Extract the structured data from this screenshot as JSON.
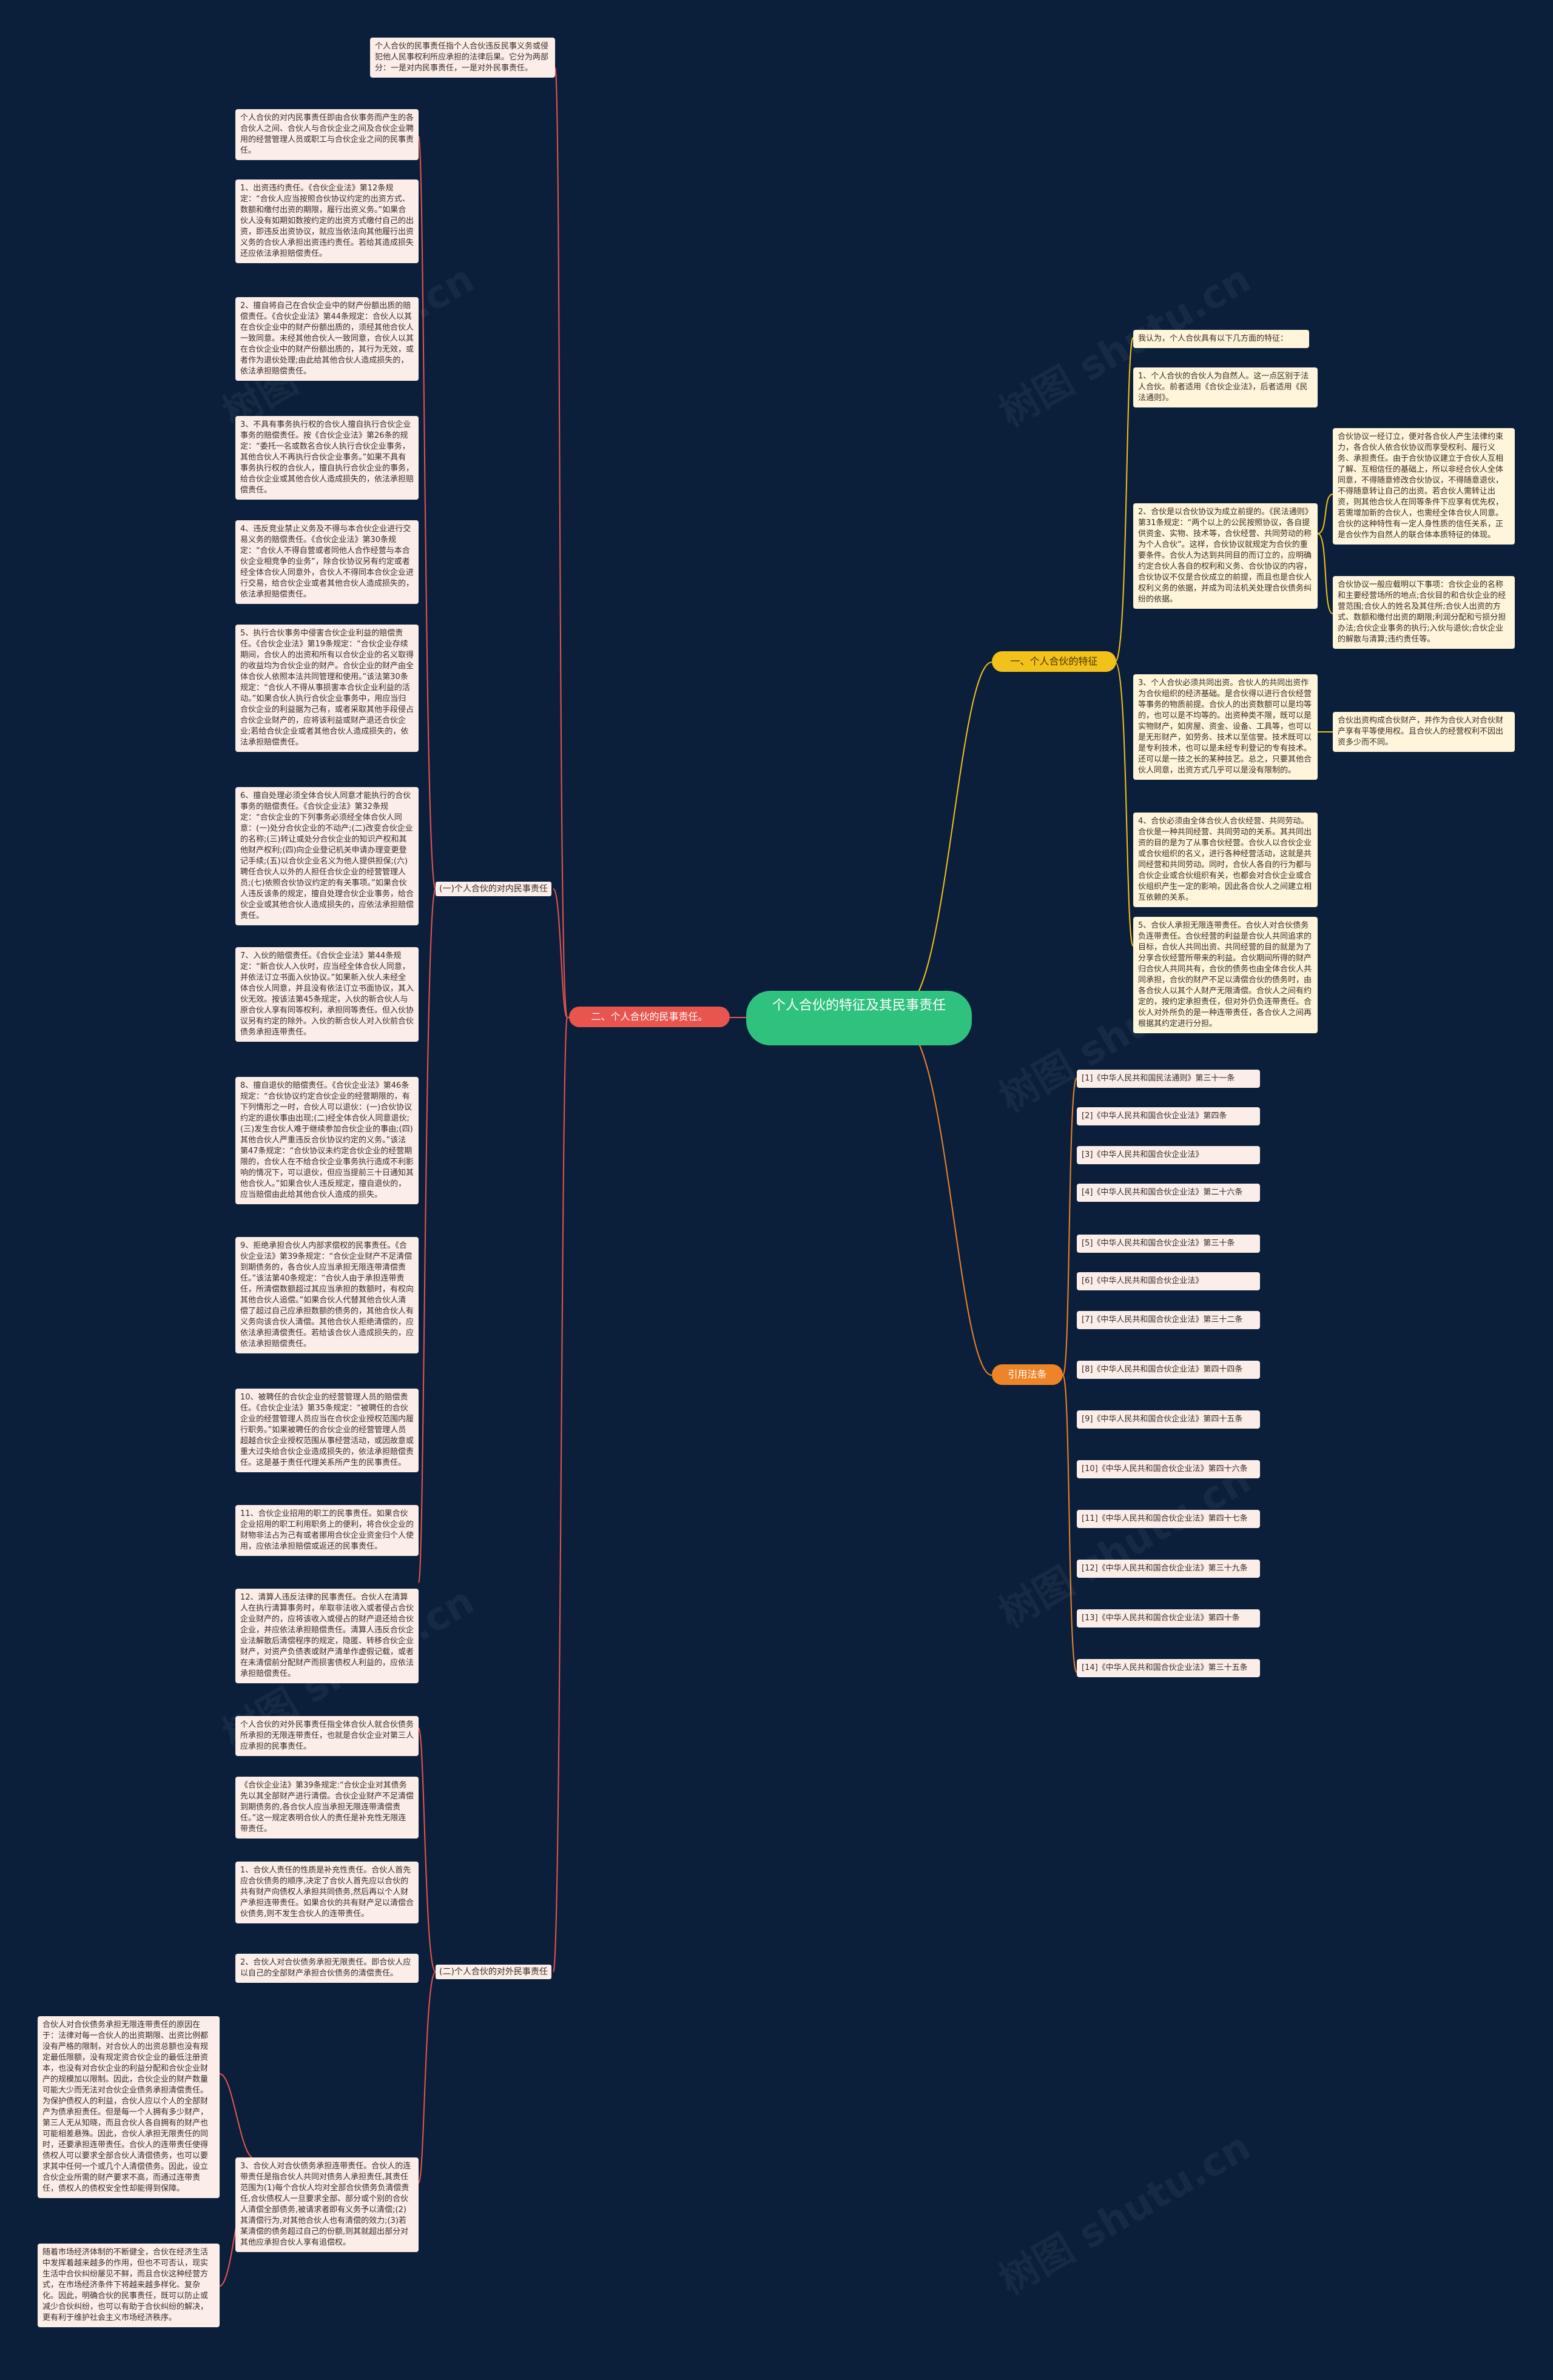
{
  "root": "个人合伙的特征及其民事责任",
  "branches": {
    "liability": "二、个人合伙的民事责任。",
    "features": "一、个人合伙的特征",
    "citations": "引用法条"
  },
  "liability": {
    "intro": "个人合伙的民事责任指个人合伙违反民事义务或侵犯他人民事权利所应承担的法律后果。它分为两部分：一是对内民事责任，一是对外民事责任。",
    "internal_label": "(一)个人合伙的对内民事责任",
    "internal_items": [
      "个人合伙的对内民事责任即由合伙事务而产生的各合伙人之间、合伙人与合伙企业之间及合伙企业聘用的经营管理人员或职工与合伙企业之间的民事责任。",
      "1、出资违约责任。《合伙企业法》第12条规定：“合伙人应当按照合伙协议约定的出资方式、数额和缴付出资的期限，履行出资义务。”如果合伙人没有如期如数按约定的出资方式缴付自己的出资，即违反出资协议，就应当依法向其他履行出资义务的合伙人承担出资违约责任。若给其造成损失还应依法承担赔偿责任。",
      "2、擅自将自己在合伙企业中的财产份额出质的赔偿责任。《合伙企业法》第44条规定：合伙人以其在合伙企业中的财产份额出质的，须经其他合伙人一致同意。未经其他合伙人一致同意，合伙人以其在合伙企业中的财产份额出质的，其行为无效，或者作为退伙处理;由此给其他合伙人造成损失的，依法承担赔偿责任。",
      "3、不具有事务执行权的合伙人擅自执行合伙企业事务的赔偿责任。按《合伙企业法》第26条的规定：“委托一名或数名合伙人执行合伙企业事务，其他合伙人不再执行合伙企业事务。”如果不具有事务执行权的合伙人，擅自执行合伙企业的事务，给合伙企业或其他合伙人造成损失的，依法承担赔偿责任。",
      "4、违反竞业禁止义务及不得与本合伙企业进行交易义务的赔偿责任。《合伙企业法》第30条规定：“合伙人不得自营或者同他人合作经营与本合伙企业相竞争的业务”，除合伙协议另有约定或者经全体合伙人同意外，合伙人不得同本合伙企业进行交易，给合伙企业或者其他合伙人造成损失的，依法承担赔偿责任。",
      "5、执行合伙事务中侵害合伙企业利益的赔偿责任。《合伙企业法》第19条规定：“合伙企业存续期间，合伙人的出资和所有以合伙企业的名义取得的收益均为合伙企业的财产。合伙企业的财产由全体合伙人依照本法共同管理和使用。”该法第30条规定：“合伙人不得从事损害本合伙企业利益的活动。”如果合伙人执行合伙企业事务中，用应当归合伙企业的利益据为己有，或者采取其他手段侵占合伙企业财产的，应将该利益或财产退还合伙企业;若给合伙企业或者其他合伙人造成损失的，依法承担赔偿责任。",
      "6、擅自处理必须全体合伙人同意才能执行的合伙事务的赔偿责任。《合伙企业法》第32条规定：“合伙企业的下列事务必须经全体合伙人同意：(一)处分合伙企业的不动产;(二)改变合伙企业的名称;(三)转让或处分合伙企业的知识产权和其他财产权利;(四)向企业登记机关申请办理变更登记手续;(五)以合伙企业名义为他人提供担保;(六)聘任合伙人以外的人担任合伙企业的经营管理人员;(七)依照合伙协议约定的有关事项。”如果合伙人违反该条的规定，擅自处理合伙企业事务，给合伙企业或其他合伙人造成损失的，应依法承担赔偿责任。",
      "7、入伙的赔偿责任。《合伙企业法》第44条规定：“新合伙人入伙时，应当经全体合伙人同意，并依法订立书面入伙协议。”如果新入伙人未经全体合伙人同意，并且没有依法订立书面协议，其入伙无效。按该法第45条规定，入伙的新合伙人与原合伙人享有同等权利，承担同等责任。但入伙协议另有约定的除外。入伙的新合伙人对入伙前合伙债务承担连带责任。",
      "8、擅自退伙的赔偿责任。《合伙企业法》第46条规定：“合伙协议约定合伙企业的经营期限的，有下列情形之一时，合伙人可以退伙：(一)合伙协议约定的退伙事由出现;(二)经全体合伙人同意退伙;(三)发生合伙人难于继续参加合伙企业的事由;(四)其他合伙人严重违反合伙协议约定的义务。”该法第47条规定：“合伙协议未约定合伙企业的经营期限的，合伙人在不给合伙企业事务执行造成不利影响的情况下，可以退伙，但应当提前三十日通知其他合伙人。”如果合伙人违反规定，擅自退伙的，应当赔偿由此给其他合伙人造成的损失。",
      "9、拒绝承担合伙人内部求偿权的民事责任。《合伙企业法》第39条规定：“合伙企业财产不足清偿到期债务的，各合伙人应当承担无限连带清偿责任。”该法第40条规定：“合伙人由于承担连带责任，所清偿数额超过其应当承担的数额时，有权向其他合伙人追偿。”如果合伙人代替其他合伙人清偿了超过自己应承担数额的债务的，其他合伙人有义务向该合伙人清偿。其他合伙人拒绝清偿的，应依法承担清偿责任。若给该合伙人造成损失的，应依法承担赔偿责任。",
      "10、被聘任的合伙企业的经营管理人员的赔偿责任。《合伙企业法》第35条规定：“被聘任的合伙企业的经营管理人员应当在合伙企业授权范围内履行职务。”如果被聘任的合伙企业的经营管理人员超越合伙企业授权范围从事经营活动，或因故意或重大过失给合伙企业造成损失的，依法承担赔偿责任。这是基于责任代理关系所产生的民事责任。",
      "11、合伙企业招用的职工的民事责任。如果合伙企业招用的职工利用职务上的便利，将合伙企业的财物非法占为己有或者挪用合伙企业资金归个人使用，应依法承担赔偿或返还的民事责任。",
      "12、清算人违反法律的民事责任。合伙人在清算人在执行清算事务时，牟取非法收入或者侵占合伙企业财产的，应将该收入或侵占的财产退还给合伙企业，并应依法承担赔偿责任。清算人违反合伙企业法解散后清偿程序的规定，隐匿、转移合伙企业财产，对资产负债表或财产清单作虚假记载，或者在未清偿前分配财产而损害债权人利益的，应依法承担赔偿责任。"
    ],
    "external_label": "(二)个人合伙的对外民事责任",
    "external_items": [
      "个人合伙的对外民事责任指全体合伙人就合伙债务所承担的无限连带责任，也就是合伙企业对第三人应承担的民事责任。",
      "《合伙企业法》第39条规定:“合伙企业对其债务先以其全部财产进行清偿。合伙企业财产不足清偿到期债务的,各合伙人应当承担无限连带清偿责任。”这一规定表明合伙人的责任是补充性无限连带责任。",
      "1、合伙人责任的性质是补充性责任。合伙人首先应合伙债务的顺序,决定了合伙人首先应以合伙的共有财产向债权人承担共同债务,然后再以个人财产承担连带责任。如果合伙的共有财产足以清偿合伙债务,则不发生合伙人的连带责任。",
      "2、合伙人对合伙债务承担无限责任。即合伙人应以自己的全部财产承担合伙债务的清偿责任。",
      "3、合伙人对合伙债务承担连带责任。合伙人的连带责任是指合伙人共同对债务人承担责任,其责任范围为(1)每个合伙人均对全部合伙债务负清偿责任,合伙债权人一旦要求全部、部分或个别的合伙人清偿全部债务,被请求者即有义务予以清偿;(2)其清偿行为,对其他合伙人也有清偿的效力;(3)若某清偿的债务超过自己的份额,则其就超出部分对其他应承担合伙人享有追偿权。"
    ],
    "notes": [
      "合伙人对合伙债务承担无限连带责任的原因在于：法律对每一合伙人的出资期限、出资比例都没有严格的限制，对合伙人的出资总额也没有规定最低限额，没有规定资合伙企业的最低注册资本，也没有对合伙企业的利益分配和合伙企业财产的规模加以限制。因此，合伙企业的财产数量可能大少而无法对合伙企业债务承担清偿责任。为保护债权人的利益，合伙人应以个人的全部财产为债承担责任。但是每一个人拥有多少财产，第三人无从知晓，而且合伙人各自拥有的财产也可能相差悬殊。因此，合伙人承担无限责任的同时，还要承担连带责任。合伙人的连带责任使得债权人可以要求全部合伙人清偿债务，也可以要求其中任何一个或几个人清偿债务。因此，设立合伙企业所需的财产要求不高，而通过连带责任，债权人的债权安全性却能得到保障。",
      "随着市场经济体制的不断健全，合伙在经济生活中发挥着越来越多的作用，但也不可否认，现实生活中合伙纠纷屡见不鲜，而且合伙这种经营方式，在市场经济条件下将越来越多样化、复杂化。因此，明确合伙的民事责任，既可以防止或减少合伙纠纷，也可以有助于合伙纠纷的解决，更有利于维护社会主义市场经济秩序。"
    ]
  },
  "features": {
    "intro": "我认为，个人合伙具有以下几方面的特征：",
    "items": [
      "1、个人合伙的合伙人为自然人。这一点区别于法人合伙。前者适用《合伙企业法》，后者适用《民法通则》。",
      "2、合伙是以合伙协议为成立前提的。《民法通则》第31条规定：“两个以上的公民按照协议，各自提供资金、实物、技术等，合伙经营、共同劳动的称为个人合伙”。这样，合伙协议就规定为合伙的重要条件。合伙人为达到共同目的而订立的，应明确约定合伙人各自的权利和义务、合伙协议的内容，合伙协议不仅是合伙成立的前提，而且也是合伙人权利义务的依据，并成为司法机关处理合伙债务纠纷的依据。",
      "3、个人合伙必须共同出资。合伙人的共同出资作为合伙组织的经济基础。是合伙得以进行合伙经营等事务的物质前提。合伙人的出资数额可以是均等的，也可以是不均等的。出资种类不限，既可以是实物财产，如房屋、资金、设备、工具等，也可以是无形财产，如劳务、技术以至信誉。技术既可以是专利技术，也可以是未经专利登记的专有技术。还可以是一技之长的某种技艺。总之，只要其他合伙人同意，出资方式几乎可以是没有限制的。",
      "4、合伙必须由全体合伙人合伙经营、共同劳动。合伙是一种共同经营、共同劳动的关系。其共同出资的目的是为了从事合伙经营。合伙人以合伙企业或合伙组织的名义，进行各种经营活动，这就是共同经营和共同劳动。同时，合伙人各自的行为都与合伙企业或合伙组织有关，也都会对合伙企业或合伙组织产生一定的影响，因此各合伙人之间建立相互依赖的关系。",
      "5、合伙人承担无限连带责任。合伙人对合伙债务负连带责任。合伙经营的利益是合伙人共同追求的目标，合伙人共同出资、共同经营的目的就是为了分享合伙经营所带来的利益。合伙期间所得的财产归合伙人共同共有，合伙的债务也由全体合伙人共同承担，合伙的财产不足以清偿合伙的债务时，由各合伙人以其个人财产无限清偿。合伙人之间有约定的，按约定承担责任，但对外仍负连带责任。合伙人对外所负的是一种连带责任，各合伙人之间再根据其约定进行分担。"
    ],
    "side_items": [
      "合伙协议一经订立，便对各合伙人产生法律约束力，各合伙人依合伙协议而享受权利、履行义务、承担责任。由于合伙协议建立于合伙人互相了解、互相信任的基础上，所以非经合伙人全体同意，不得随意修改合伙协议，不得随意退伙，不得随意转让自己的出资。若合伙人需转让出资，则其他合伙人在同等条件下应享有优先权，若需增加新的合伙人，也需经全体合伙人同意。合伙的这种特性有一定人身性质的信任关系，正是合伙作为自然人的联合体本质特征的体现。",
      "合伙协议一般应载明以下事项：合伙企业的名称和主要经营场所的地点;合伙目的和合伙企业的经营范围;合伙人的姓名及其住所;合伙人出资的方式、数额和缴付出资的期限;利润分配和亏损分担办法;合伙企业事务的执行;入伙与退伙;合伙企业的解散与清算;违约责任等。",
      "合伙出资构成合伙财产，并作为合伙人对合伙财产享有平等使用权。且合伙人的经营权利不因出资多少而不同。"
    ]
  },
  "citations": [
    "[1]《中华人民共和国民法通则》第三十一条",
    "[2]《中华人民共和国合伙企业法》第四条",
    "[3]《中华人民共和国合伙企业法》",
    "[4]《中华人民共和国合伙企业法》第二十六条",
    "[5]《中华人民共和国合伙企业法》第三十条",
    "[6]《中华人民共和国合伙企业法》",
    "[7]《中华人民共和国合伙企业法》第三十二条",
    "[8]《中华人民共和国合伙企业法》第四十四条",
    "[9]《中华人民共和国合伙企业法》第四十五条",
    "[10]《中华人民共和国合伙企业法》第四十六条",
    "[11]《中华人民共和国合伙企业法》第四十七条",
    "[12]《中华人民共和国合伙企业法》第三十九条",
    "[13]《中华人民共和国合伙企业法》第四十条",
    "[14]《中华人民共和国合伙企业法》第三十五条"
  ],
  "watermark": "树图 shutu.cn",
  "colors": {
    "background": "#0b1f3a",
    "root": "#2ec27e",
    "liability_branch": "#e8544e",
    "features_branch": "#f2c21b",
    "citations_branch": "#ee8428"
  }
}
